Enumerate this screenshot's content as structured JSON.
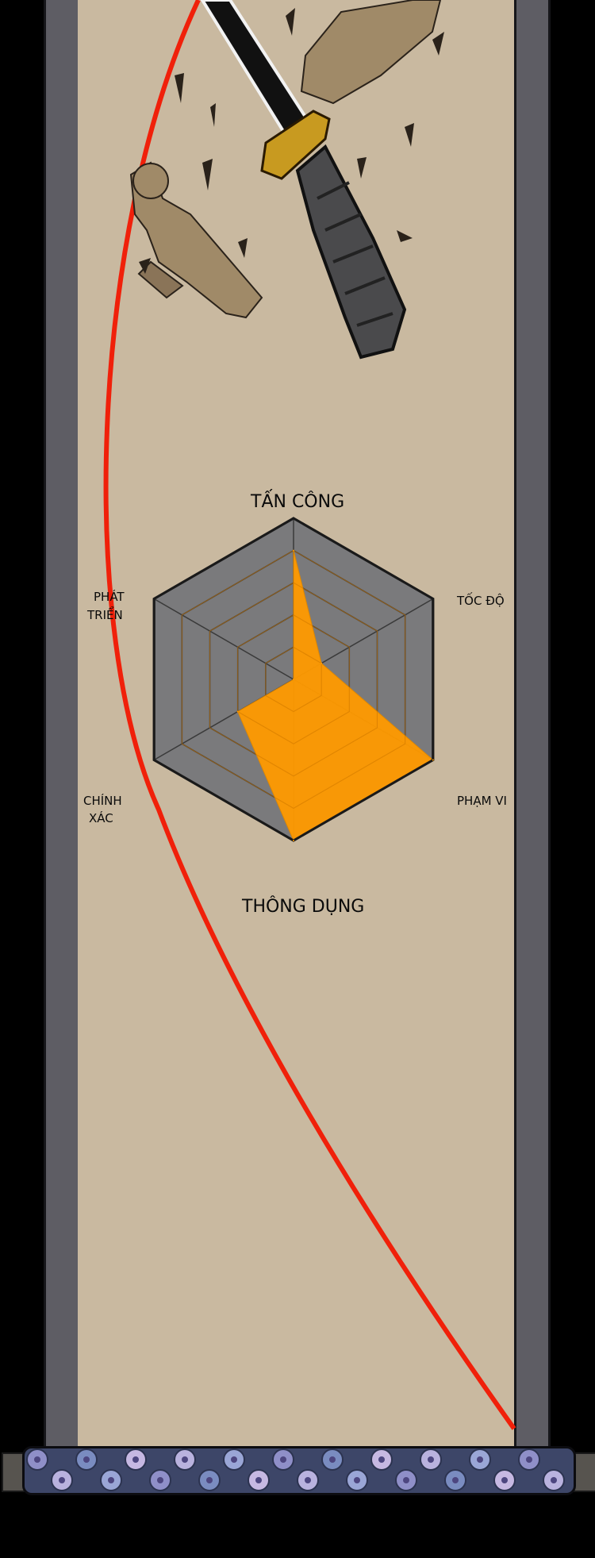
{
  "radar_chart": {
    "axes": [
      "TẤN CÔNG",
      "TỐC ĐỘ",
      "PHẠM VI",
      "THÔNG DỤNG",
      "CHÍNH XÁC",
      "PHÁT TRIỂN"
    ],
    "axis_labels": {
      "top": "TẤN CÔNG",
      "top_right": "TỐC ĐỘ",
      "bottom_right": "PHẠM VI",
      "bottom": "THÔNG DỤNG",
      "bottom_left_line1": "CHÍNH",
      "bottom_left_line2": "XÁC",
      "top_left_line1": "PHÁT",
      "top_left_line2": "TRIỂN"
    },
    "levels": 5
  },
  "chart_data": {
    "type": "radar",
    "categories": [
      "TẤN CÔNG",
      "TỐC ĐỘ",
      "PHẠM VI",
      "THÔNG DỤNG",
      "CHÍNH XÁC",
      "PHÁT TRIỂN"
    ],
    "values": [
      4,
      1,
      5,
      5,
      2,
      0
    ],
    "ylim": [
      0,
      5
    ]
  },
  "colors": {
    "background": "#000000",
    "paper": "#c9b9a0",
    "rails": "#5e5d64",
    "radar_fill": "#7a7a7c",
    "data_fill": "#ff9a00",
    "red_line": "#f0200a"
  },
  "illustration": [
    "sword-icon",
    "wooden-figure-icon",
    "wooden-debris-icon",
    "floral-scroll-roller"
  ]
}
